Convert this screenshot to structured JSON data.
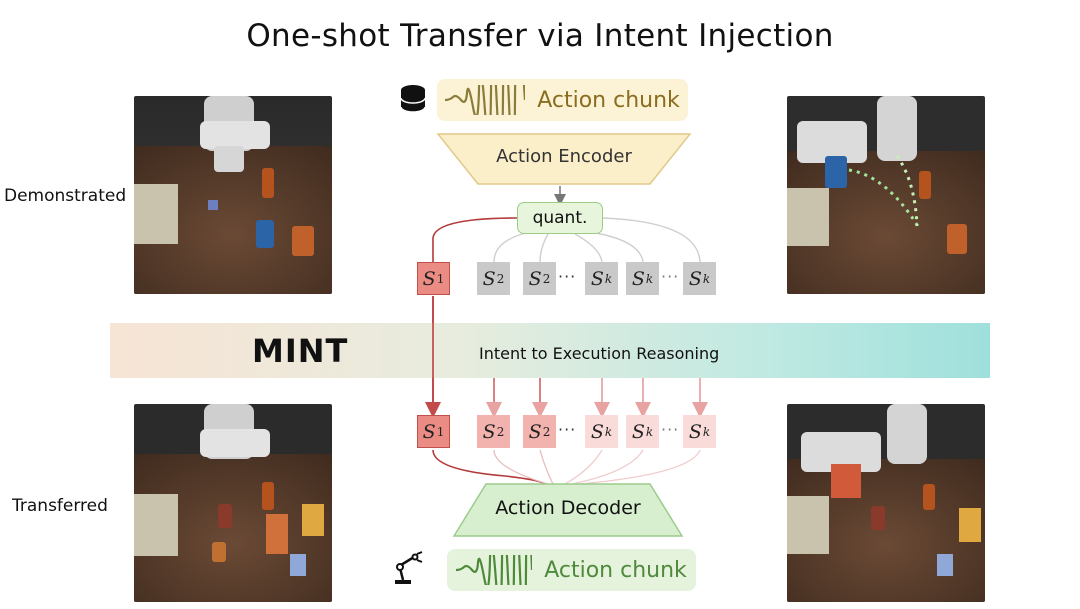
{
  "title": "One-shot Transfer via Intent Injection",
  "labels": {
    "demonstrated": "Demonstrated",
    "transferred": "Transferred"
  },
  "top_chunk": {
    "label": "Action chunk",
    "icon": "database-icon"
  },
  "encoder": {
    "label": "Action Encoder"
  },
  "quant": {
    "label": "quant."
  },
  "band": {
    "name": "MINT",
    "text": "Intent to Execution Reasoning"
  },
  "decoder": {
    "label": "Action Decoder"
  },
  "bottom_chunk": {
    "label": "Action chunk",
    "icon": "robot-arm-icon"
  },
  "tokens_top": {
    "t0": {
      "sym": "S",
      "sub": "1"
    },
    "t1": {
      "sym": "S",
      "sub": "2"
    },
    "t2": {
      "sym": "S",
      "sub": "2"
    },
    "t3": {
      "sym": "S",
      "sub": "k"
    },
    "t4": {
      "sym": "S",
      "sub": "k"
    },
    "t5": {
      "sym": "S",
      "sub": "k"
    },
    "dots1": "···",
    "dots2": "···"
  },
  "tokens_bottom": {
    "t0": {
      "sym": "S",
      "sub": "1"
    },
    "t1": {
      "sym": "S",
      "sub": "2"
    },
    "t2": {
      "sym": "S",
      "sub": "2"
    },
    "t3": {
      "sym": "S",
      "sub": "k"
    },
    "t4": {
      "sym": "S",
      "sub": "k"
    },
    "t5": {
      "sym": "S",
      "sub": "k"
    },
    "dots1": "···",
    "dots2": "···"
  },
  "colors": {
    "encoder_fill": "#fbefc9",
    "encoder_stroke": "#e2c98a",
    "chunk_top_fill": "#fcf2d6",
    "chunk_top_text": "#8a6d1e",
    "quant_fill": "#e7f5dc",
    "quant_stroke": "#9dcc86",
    "decoder_fill": "#d7efcf",
    "decoder_stroke": "#9ccc8c",
    "chunk_bottom_fill": "#e5f3dd",
    "chunk_bottom_text": "#4f8a3c",
    "token_selected": "#ea8c84",
    "token_gray": "#c9c9c9",
    "token_pink": "#f2b2ad",
    "token_light": "#f9dcda",
    "arrow_red": "#c24a4a",
    "arrow_pink": "#e8a2a2",
    "wave_top": "#8a7d3a",
    "wave_bottom": "#4e8a3a"
  }
}
